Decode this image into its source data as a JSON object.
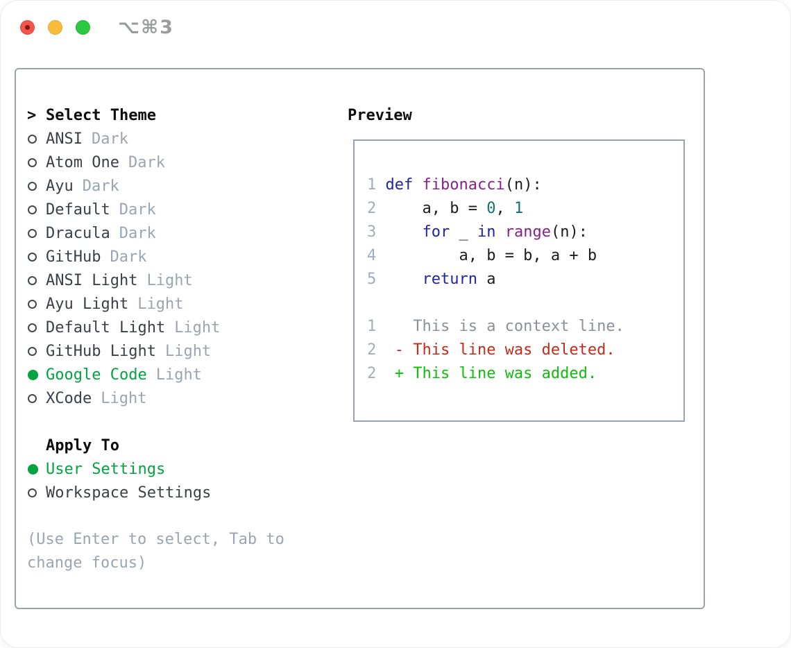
{
  "window": {
    "title": "⌥⌘3",
    "traffic_lights": [
      "close",
      "minimize",
      "zoom"
    ]
  },
  "theme_picker": {
    "header_marker": ">",
    "header_label": "Select Theme",
    "items": [
      {
        "name": "ANSI",
        "tag": "Dark",
        "selected": false
      },
      {
        "name": "Atom One",
        "tag": "Dark",
        "selected": false
      },
      {
        "name": "Ayu",
        "tag": "Dark",
        "selected": false
      },
      {
        "name": "Default",
        "tag": "Dark",
        "selected": false
      },
      {
        "name": "Dracula",
        "tag": "Dark",
        "selected": false
      },
      {
        "name": "GitHub",
        "tag": "Dark",
        "selected": false
      },
      {
        "name": "ANSI Light",
        "tag": "Light",
        "selected": false
      },
      {
        "name": "Ayu Light",
        "tag": "Light",
        "selected": false
      },
      {
        "name": "Default Light",
        "tag": "Light",
        "selected": false
      },
      {
        "name": "GitHub Light",
        "tag": "Light",
        "selected": false
      },
      {
        "name": "Google Code",
        "tag": "Light",
        "selected": true
      },
      {
        "name": "XCode",
        "tag": "Light",
        "selected": false
      }
    ],
    "apply_to": {
      "label": "Apply To",
      "options": [
        {
          "name": "User Settings",
          "selected": true
        },
        {
          "name": "Workspace Settings",
          "selected": false
        }
      ]
    },
    "hint": "(Use Enter to select, Tab to change focus)"
  },
  "preview": {
    "label": "Preview",
    "code_lines": [
      {
        "num": "1",
        "segments": [
          {
            "text": "def",
            "color": "keyword"
          },
          {
            "text": " ",
            "color": "plain"
          },
          {
            "text": "fibonacci",
            "color": "function"
          },
          {
            "text": "(n):",
            "color": "plain"
          }
        ]
      },
      {
        "num": "2",
        "segments": [
          {
            "text": "    a, b = ",
            "color": "plain"
          },
          {
            "text": "0",
            "color": "number"
          },
          {
            "text": ", ",
            "color": "plain"
          },
          {
            "text": "1",
            "color": "number"
          }
        ]
      },
      {
        "num": "3",
        "segments": [
          {
            "text": "    ",
            "color": "plain"
          },
          {
            "text": "for",
            "color": "keyword"
          },
          {
            "text": " _ ",
            "color": "plain"
          },
          {
            "text": "in",
            "color": "keyword"
          },
          {
            "text": " ",
            "color": "plain"
          },
          {
            "text": "range",
            "color": "function"
          },
          {
            "text": "(n):",
            "color": "plain"
          }
        ]
      },
      {
        "num": "4",
        "segments": [
          {
            "text": "        a, b = b, a + b",
            "color": "plain"
          }
        ]
      },
      {
        "num": "5",
        "segments": [
          {
            "text": "    ",
            "color": "plain"
          },
          {
            "text": "return",
            "color": "keyword"
          },
          {
            "text": " a",
            "color": "plain"
          }
        ]
      }
    ],
    "diff_lines": [
      {
        "num": "1",
        "marker": "",
        "text": "This is a context line.",
        "kind": "context"
      },
      {
        "num": "2",
        "marker": "-",
        "text": "This line was deleted.",
        "kind": "deleted"
      },
      {
        "num": "2",
        "marker": "+",
        "text": "This line was added.",
        "kind": "added"
      }
    ]
  },
  "colors": {
    "selected_green": "#00a440",
    "keyword": "#2222aa",
    "function": "#8a1f8f",
    "number": "#11736b",
    "plain": "#1c1c1c",
    "line_number": "#a3adb8",
    "context": "#8b919b",
    "deleted": "#c62a18",
    "added": "#0bbf0b",
    "panel_border": "#99a3ae",
    "tag_gray": "#9aa5b1",
    "traffic_red": "#f5544c",
    "traffic_yellow": "#f8bd3b",
    "traffic_green": "#2cc840"
  }
}
